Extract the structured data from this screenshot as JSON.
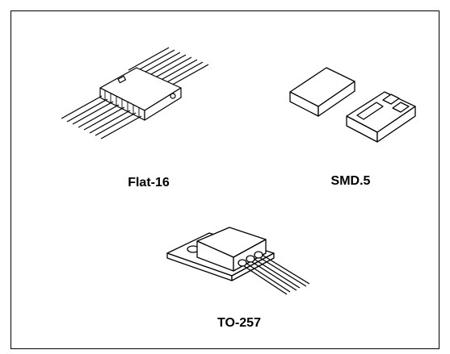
{
  "figure": {
    "packages": [
      {
        "id": "flat16",
        "label": "Flat-16"
      },
      {
        "id": "smd5",
        "label": "SMD.5"
      },
      {
        "id": "to257",
        "label": "TO-257"
      }
    ]
  }
}
